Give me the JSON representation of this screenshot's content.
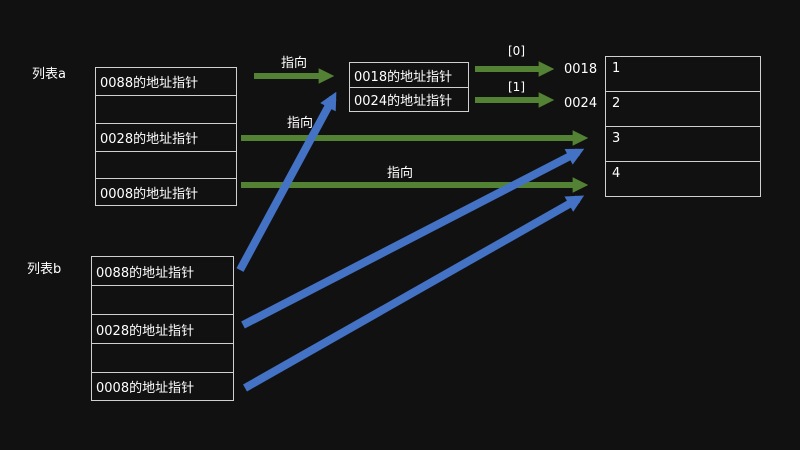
{
  "list_a": {
    "title": "列表a",
    "cells": [
      "0088的地址指针",
      "",
      "0028的地址指针",
      "",
      "0008的地址指针"
    ]
  },
  "list_b": {
    "title": "列表b",
    "cells": [
      "0088的地址指针",
      "",
      "0028的地址指针",
      "",
      "0008的地址指针"
    ]
  },
  "sub_list": {
    "cells": [
      "0018的地址指针",
      "0024的地址指针"
    ]
  },
  "value_list": {
    "cells": [
      "1",
      "2",
      "3",
      "4"
    ]
  },
  "labels": {
    "points_to_1": "指向",
    "points_to_2": "指向",
    "points_to_3": "指向",
    "index_0": "[0]",
    "index_1": "[1]",
    "addr_0018": "0018",
    "addr_0024": "0024"
  },
  "colors": {
    "green_arrow": "#548235",
    "blue_arrow": "#4472C4",
    "border": "#d0d0d0",
    "background": "#111111"
  }
}
